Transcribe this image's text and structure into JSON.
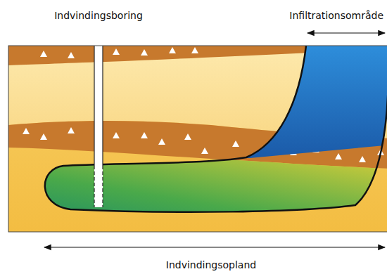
{
  "diagram": {
    "labels": [
      "Indvindingsboring",
      "Infiltrationsområde",
      "Indvindingsopland"
    ]
  }
}
